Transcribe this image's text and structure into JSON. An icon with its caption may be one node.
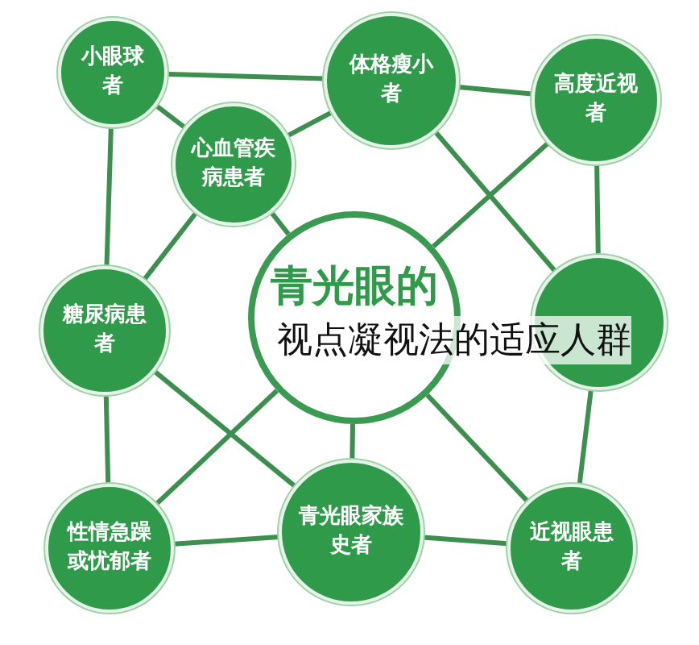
{
  "diagram": {
    "nodes": [
      {
        "text": [
          "小眼球者"
        ]
      },
      {
        "text": [
          "体格瘦小者"
        ]
      },
      {
        "text": [
          "高度近视者"
        ]
      },
      {
        "text": [
          "心血管疾病患者"
        ]
      },
      {
        "text": [
          "青光眼的"
        ]
      },
      {
        "text": [
          "糖尿病患者"
        ]
      },
      {
        "text": [],
        "shape": "circle"
      },
      {
        "text": [
          "性情急躁或忧郁者"
        ]
      },
      {
        "text": [
          "青光眼家族史者"
        ]
      },
      {
        "text": [
          "近视眼患者"
        ]
      }
    ],
    "edges": [
      {
        "from": 0,
        "to": 1,
        "arrow": "none"
      },
      {
        "from": 1,
        "to": 2,
        "arrow": "none"
      },
      {
        "from": 0,
        "to": 3,
        "arrow": "none"
      },
      {
        "from": 3,
        "to": 1,
        "arrow": "none"
      },
      {
        "from": 0,
        "to": 5,
        "arrow": "none"
      },
      {
        "from": 5,
        "to": 7,
        "arrow": "none"
      },
      {
        "from": 2,
        "to": 6,
        "arrow": "none"
      },
      {
        "from": 6,
        "to": 9,
        "arrow": "none"
      },
      {
        "from": 1,
        "to": 6,
        "arrow": "none"
      },
      {
        "from": 2,
        "to": 4,
        "arrow": "none"
      },
      {
        "from": 3,
        "to": 4,
        "arrow": "none"
      },
      {
        "from": 3,
        "to": 5,
        "arrow": "none"
      },
      {
        "from": 5,
        "to": 8,
        "arrow": "none"
      },
      {
        "from": 7,
        "to": 4,
        "arrow": "none"
      },
      {
        "from": 4,
        "to": 8,
        "arrow": "none"
      },
      {
        "from": 4,
        "to": 9,
        "arrow": "none"
      },
      {
        "from": 7,
        "to": 8,
        "arrow": "none"
      },
      {
        "from": 8,
        "to": 9,
        "arrow": "none"
      }
    ],
    "labels": [
      "视点凝视法的适应人群"
    ]
  }
}
